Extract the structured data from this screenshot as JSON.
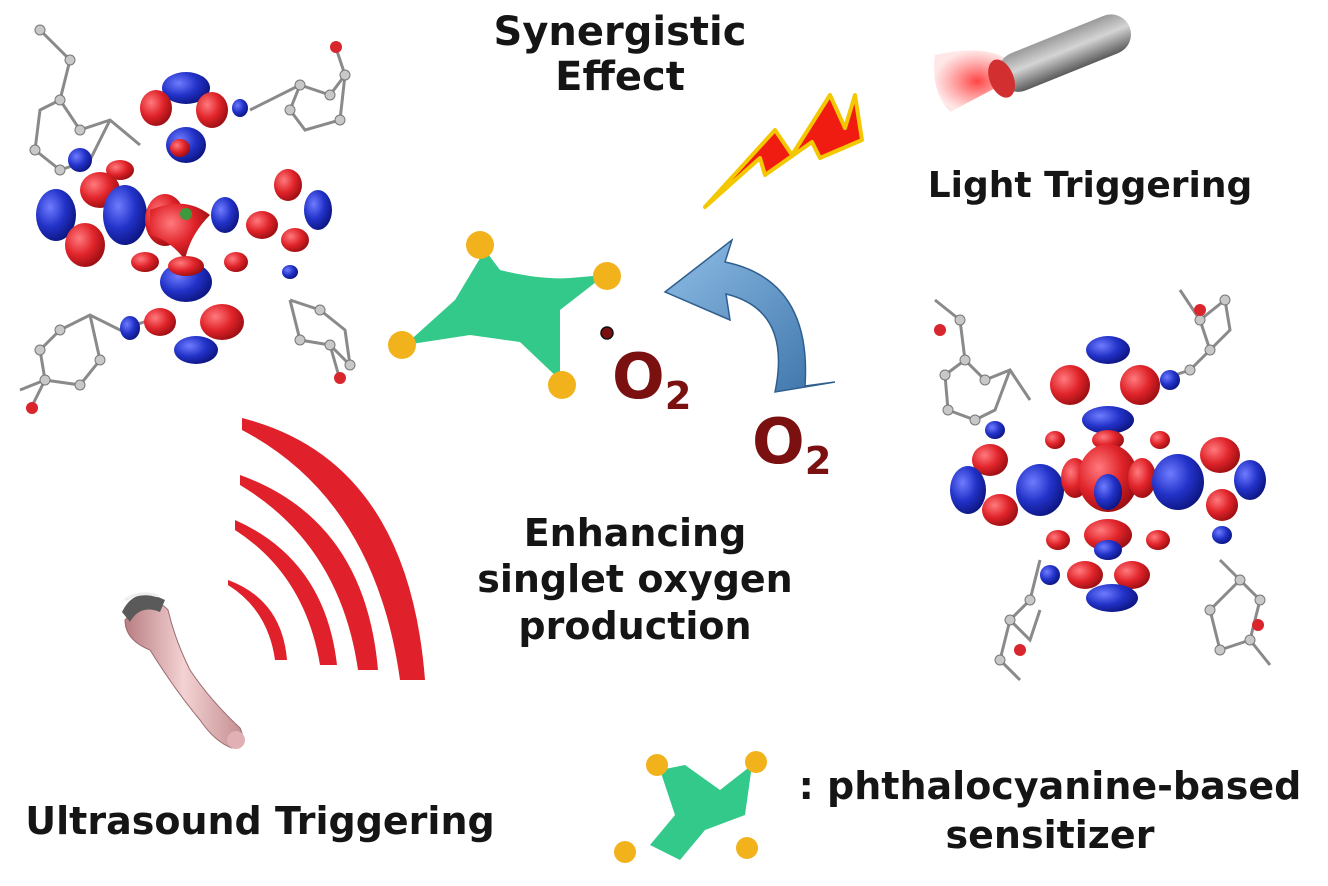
{
  "title": {
    "line1": "Synergistic",
    "line2": "Effect"
  },
  "light": {
    "label": "Light Triggering"
  },
  "ultrasound": {
    "label": "Ultrasound Triggering"
  },
  "center": {
    "line1": "Enhancing",
    "line2": "singlet oxygen",
    "line3": "production"
  },
  "oxygen": {
    "near": {
      "main": "O",
      "sub": "2"
    },
    "far": {
      "main": "O",
      "sub": "2"
    }
  },
  "legend": {
    "line1": ": phthalocyanine-based",
    "line2": "sensitizer"
  },
  "colors": {
    "sensitizer": "#33c98a",
    "sensitizer_tip": "#f2b21c",
    "orbital_red": "#e0242a",
    "orbital_blue": "#2232c8",
    "oxygen_text": "#7a1010",
    "arrow": "#4a86c0",
    "bolt": "#f01c12"
  },
  "icons": [
    "flashlight-icon",
    "lightning-bolt-icon",
    "ultrasound-probe-icon",
    "sound-waves-icon",
    "curved-arrow-icon",
    "sensitizer-icon"
  ]
}
